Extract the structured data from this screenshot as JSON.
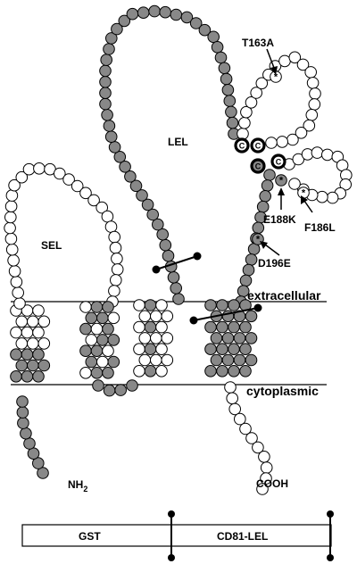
{
  "loops": {
    "sel": "SEL",
    "lel": "LEL"
  },
  "membrane": {
    "top": "extracellular",
    "bottom": "cytoplasmic"
  },
  "termini": {
    "n": "NH",
    "n_sub": "2",
    "c": "COOH"
  },
  "mutations": [
    {
      "id": "t163a",
      "label": "T163A"
    },
    {
      "id": "e188k",
      "label": "E188K"
    },
    {
      "id": "f186l",
      "label": "F186L"
    },
    {
      "id": "d196e",
      "label": "D196E"
    }
  ],
  "cysteine_symbol": "C",
  "mutation_symbol": "*",
  "construct": {
    "left": "GST",
    "right": "CD81-LEL"
  },
  "colors": {
    "grey_residue": "#888888",
    "white_residue": "#ffffff",
    "outline": "#000000"
  }
}
